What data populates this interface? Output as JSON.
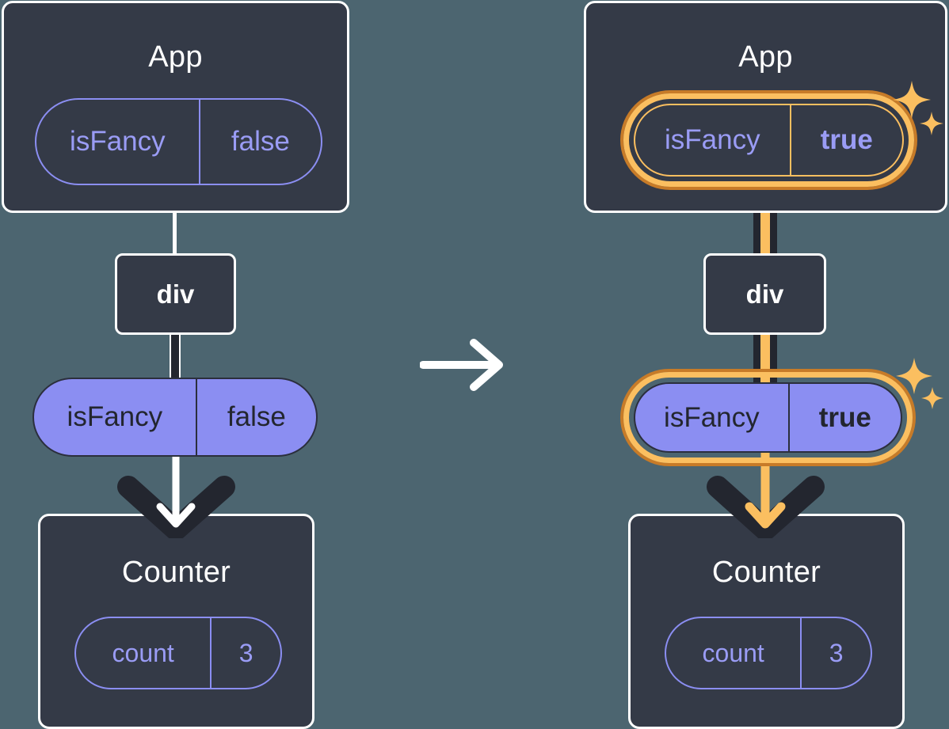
{
  "meta": {
    "background_color": "#4c6570",
    "box_fill": "#343a47",
    "box_border": "#ffffff",
    "pill_purple": "#8b8ef2",
    "pill_text_dark": "#23262f",
    "outline_pill_text": "#9a9cf5",
    "highlight_outer": "#c77b28",
    "highlight_inner": "#fbbf60",
    "connector_dark": "#23262f",
    "connector_white": "#ffffff"
  },
  "panels": [
    {
      "id": "before",
      "app": {
        "title": "App",
        "state_pill": {
          "name": "isFancy",
          "value": "false",
          "highlighted": false,
          "bold_value": false
        }
      },
      "div_node": {
        "label": "div"
      },
      "prop_pill": {
        "name": "isFancy",
        "value": "false",
        "highlighted": false,
        "bold_value": false
      },
      "counter": {
        "title": "Counter",
        "state_pill": {
          "name": "count",
          "value": "3",
          "highlighted": false,
          "bold_value": false
        }
      },
      "sparkles": false
    },
    {
      "id": "after",
      "app": {
        "title": "App",
        "state_pill": {
          "name": "isFancy",
          "value": "true",
          "highlighted": true,
          "bold_value": true
        }
      },
      "div_node": {
        "label": "div"
      },
      "prop_pill": {
        "name": "isFancy",
        "value": "true",
        "highlighted": true,
        "bold_value": true
      },
      "counter": {
        "title": "Counter",
        "state_pill": {
          "name": "count",
          "value": "3",
          "highlighted": false,
          "bold_value": false
        }
      },
      "sparkles": true
    }
  ],
  "transition": {
    "icon": "arrow-right-icon",
    "color": "#ffffff"
  },
  "icons": {
    "sparkle_large": "sparkle-icon",
    "sparkle_small": "sparkle-icon",
    "down_arrow": "arrow-down-icon",
    "fan_arrow": "arrow-fan-icon"
  }
}
